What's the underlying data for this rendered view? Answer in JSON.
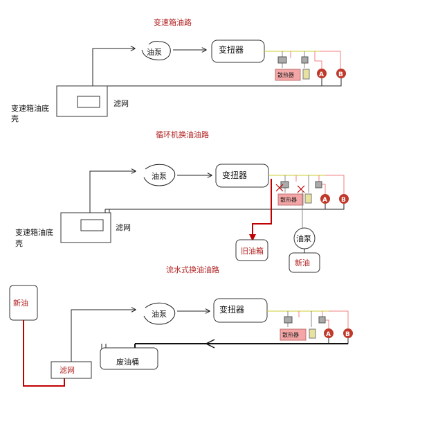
{
  "d1": {
    "title": "变速箱油路",
    "pump": "油泵",
    "converter": "变扭器",
    "radiator": "散热器",
    "a": "A",
    "b": "B",
    "sump": "变速箱油底",
    "sump2": "壳",
    "filter": "滤网"
  },
  "d2": {
    "title": "循环机换油油路",
    "pump": "油泵",
    "converter": "变扭器",
    "radiator": "散热器",
    "a": "A",
    "b": "B",
    "sump": "变速箱油底",
    "sump2": "壳",
    "filter": "滤网",
    "old_tank": "旧油箱",
    "ext_pump": "油泵",
    "new_oil": "新油"
  },
  "d3": {
    "title": "流水式换油油路",
    "new_oil": "新油",
    "pump": "油泵",
    "converter": "变扭器",
    "radiator": "散热器",
    "a": "A",
    "b": "B",
    "filter": "滤网",
    "waste": "废油桶"
  },
  "colors": {
    "title": "#b22222",
    "oil_line": "#c00000",
    "radiator_fill": "#f4a6a6",
    "ab_fill": "#c0392b"
  }
}
